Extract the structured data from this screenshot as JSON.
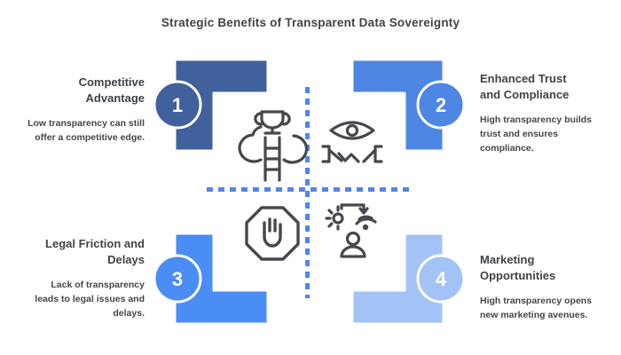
{
  "title": "Strategic Benefits of Transparent Data Sovereignty",
  "colors": {
    "background": "#ffffff",
    "text": "#3f4448",
    "icon": "#45494d",
    "dashed_line": "#4f86f0",
    "circle_number": "#ffffff",
    "block_outline": "#ffffff"
  },
  "quadrants": [
    {
      "number": "1",
      "heading": "Competitive\nAdvantage",
      "description": "Low transparency can still\noffer a competitive edge.",
      "color": "#40619b",
      "icon": "trophy-ladder-icon",
      "position": "top-left"
    },
    {
      "number": "2",
      "heading": "Enhanced Trust\nand Compliance",
      "description": "High transparency builds\ntrust and ensures\ncompliance.",
      "color": "#4e86e4",
      "icon": "eye-handshake-icon",
      "position": "top-right"
    },
    {
      "number": "3",
      "heading": "Legal Friction and\nDelays",
      "description": "Lack of transparency\nleads to legal issues and\ndelays.",
      "color": "#4a8df5",
      "icon": "stop-hand-icon",
      "position": "bottom-left"
    },
    {
      "number": "4",
      "heading": "Marketing\nOpportunities",
      "description": "High transparency opens\nnew marketing avenues.",
      "color": "#a3c3f7",
      "icon": "broadcast-person-icon",
      "position": "bottom-right"
    }
  ]
}
